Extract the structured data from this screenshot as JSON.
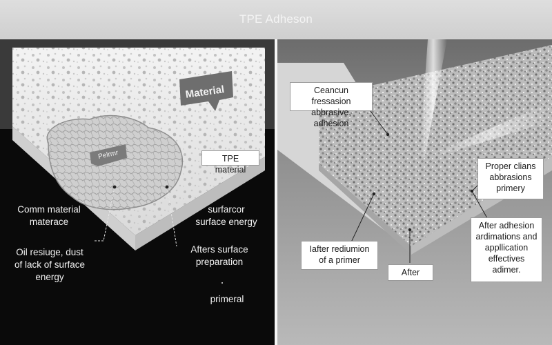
{
  "title": "TPE Adheson",
  "left_panel": {
    "ribbon_large": "Material",
    "ribbon_small": "Pelrmr",
    "box_tpe": "TPE material",
    "label_comm": [
      "Comm material",
      "materace"
    ],
    "label_oil": [
      "Oil resiuge, dust",
      "of lack of surface",
      "energy"
    ],
    "label_surfacor": [
      "surfarcor",
      "surface energy"
    ],
    "label_afters": [
      "Afters surface",
      "preparation"
    ],
    "label_primeral": "primeral"
  },
  "right_panel": {
    "box_ceanc": [
      "Ceancun fressasion",
      "abbrasive, adhesion"
    ],
    "box_proper": [
      "Proper clians",
      "abbrasions",
      "primery"
    ],
    "box_after_adhesion": [
      "After adhesion",
      "ardimations and",
      "appllication",
      "effectives",
      "adimer."
    ],
    "box_iafter": [
      "Iafter rediumion",
      "of a primer"
    ],
    "box_after": "After"
  }
}
